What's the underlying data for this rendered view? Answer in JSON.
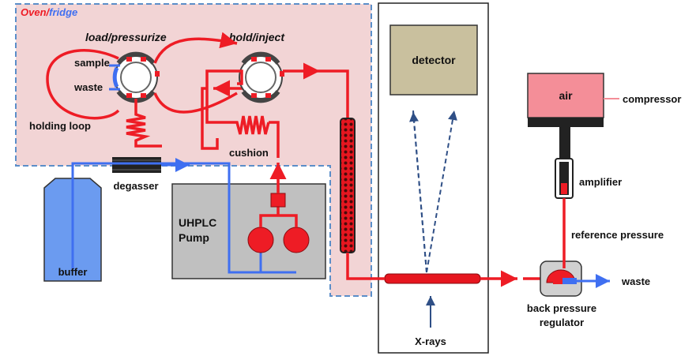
{
  "title": {
    "part1": "Oven",
    "separator": "/",
    "part2": "fridge"
  },
  "labels": {
    "load_pressurize": "load/pressurize",
    "hold_inject": "hold/inject",
    "sample": "sample",
    "waste_valve": "waste",
    "holding_loop": "holding loop",
    "cushion": "cushion",
    "degasser": "degasser",
    "buffer": "buffer",
    "pump_line1": "UHPLC",
    "pump_line2": "Pump",
    "detector": "detector",
    "xrays": "X-rays",
    "air": "air",
    "compressor": "compressor",
    "amplifier": "amplifier",
    "reference_pressure": "reference pressure",
    "waste_out": "waste",
    "bpr_line1": "back pressure",
    "bpr_line2": "regulator"
  },
  "colors": {
    "flow_red": "#ee1c25",
    "flow_blue": "#3f6ff1",
    "oven_fill": "#f2d4d5",
    "oven_border": "#5b8ec9",
    "detector_fill": "#c9c09e",
    "air_fill": "#f48e98",
    "pump_fill": "#c0c0c0",
    "buffer_fill": "#6b9bf0"
  }
}
